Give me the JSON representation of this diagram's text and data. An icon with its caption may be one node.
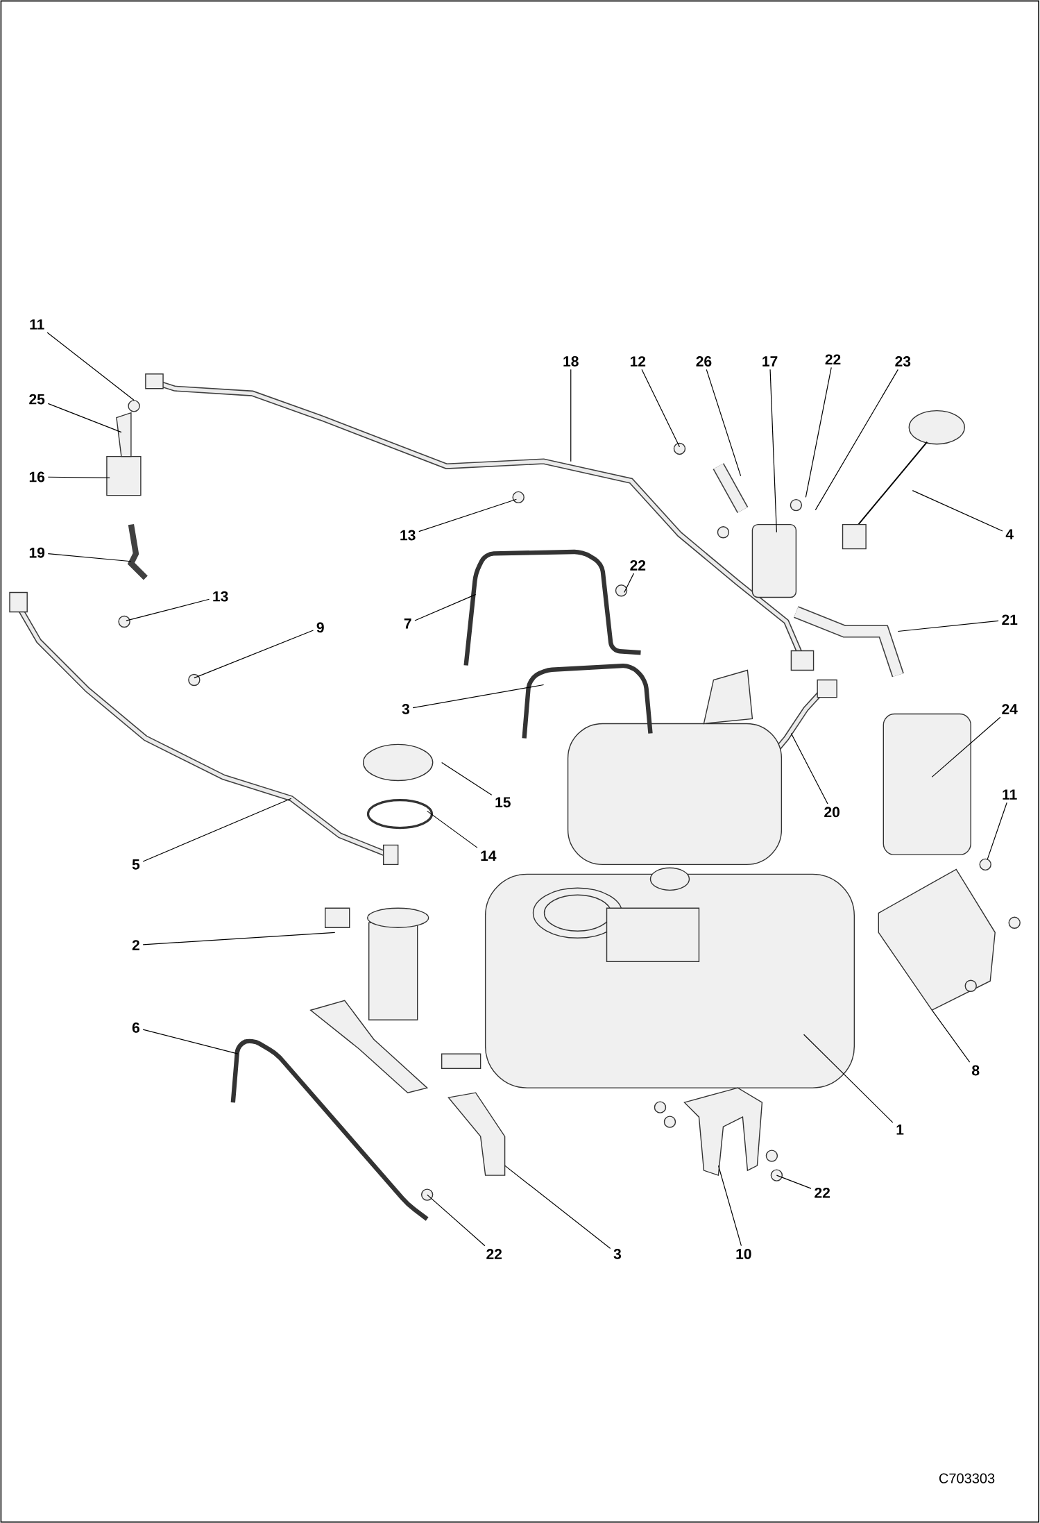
{
  "diagram": {
    "nodes": [
      {
        "text": [
          "11"
        ]
      },
      {
        "text": [
          "18"
        ]
      },
      {
        "text": [
          "12"
        ]
      },
      {
        "text": [
          "26"
        ]
      },
      {
        "text": [
          "17"
        ]
      },
      {
        "text": [
          "22"
        ]
      },
      {
        "text": [
          "23"
        ]
      },
      {
        "text": [
          "25"
        ]
      },
      {
        "text": [
          "16"
        ]
      },
      {
        "text": [
          "4"
        ]
      },
      {
        "text": [
          "13"
        ]
      },
      {
        "text": [
          "19"
        ]
      },
      {
        "text": [
          "22"
        ]
      },
      {
        "text": [
          "13"
        ]
      },
      {
        "text": [
          "21"
        ]
      },
      {
        "text": [
          "7"
        ]
      },
      {
        "text": [
          "9"
        ]
      },
      {
        "text": [
          "3"
        ]
      },
      {
        "text": [
          "24"
        ]
      },
      {
        "text": [
          "11"
        ]
      },
      {
        "text": [
          "15"
        ]
      },
      {
        "text": [
          "20"
        ]
      },
      {
        "text": [
          "14"
        ]
      },
      {
        "text": [
          "5"
        ]
      },
      {
        "text": [
          "2"
        ]
      },
      {
        "text": [
          "6"
        ]
      },
      {
        "text": [
          "8"
        ]
      },
      {
        "text": [
          "1"
        ]
      },
      {
        "text": [
          "22"
        ]
      },
      {
        "text": [
          "22"
        ]
      },
      {
        "text": [
          "3"
        ]
      },
      {
        "text": [
          "10"
        ]
      }
    ],
    "edges": [
      {
        "from": 0,
        "to": null,
        "arrow": "none"
      },
      {
        "from": 1,
        "to": null,
        "arrow": "none"
      },
      {
        "from": 2,
        "to": null,
        "arrow": "none"
      },
      {
        "from": 3,
        "to": null,
        "arrow": "none"
      },
      {
        "from": 4,
        "to": null,
        "arrow": "none"
      },
      {
        "from": 5,
        "to": null,
        "arrow": "none"
      },
      {
        "from": 6,
        "to": null,
        "arrow": "none"
      },
      {
        "from": 7,
        "to": null,
        "arrow": "none"
      },
      {
        "from": 8,
        "to": null,
        "arrow": "none"
      },
      {
        "from": 9,
        "to": null,
        "arrow": "none"
      },
      {
        "from": 10,
        "to": null,
        "arrow": "none"
      },
      {
        "from": 11,
        "to": null,
        "arrow": "none"
      },
      {
        "from": 12,
        "to": null,
        "arrow": "none"
      },
      {
        "from": 13,
        "to": null,
        "arrow": "none"
      },
      {
        "from": 14,
        "to": null,
        "arrow": "none"
      },
      {
        "from": 15,
        "to": null,
        "arrow": "none"
      },
      {
        "from": 16,
        "to": null,
        "arrow": "none"
      },
      {
        "from": 17,
        "to": null,
        "arrow": "none"
      },
      {
        "from": 18,
        "to": null,
        "arrow": "none"
      },
      {
        "from": 19,
        "to": null,
        "arrow": "none"
      },
      {
        "from": 20,
        "to": null,
        "arrow": "none"
      },
      {
        "from": 21,
        "to": null,
        "arrow": "none"
      },
      {
        "from": 22,
        "to": null,
        "arrow": "none"
      },
      {
        "from": 23,
        "to": null,
        "arrow": "none"
      },
      {
        "from": 24,
        "to": null,
        "arrow": "none"
      },
      {
        "from": 25,
        "to": null,
        "arrow": "none"
      },
      {
        "from": 26,
        "to": null,
        "arrow": "none"
      },
      {
        "from": 27,
        "to": null,
        "arrow": "none"
      },
      {
        "from": 28,
        "to": null,
        "arrow": "none"
      },
      {
        "from": 29,
        "to": null,
        "arrow": "none"
      },
      {
        "from": 30,
        "to": null,
        "arrow": "none"
      },
      {
        "from": 31,
        "to": null,
        "arrow": "none"
      }
    ],
    "labels": [
      "C703303"
    ]
  }
}
